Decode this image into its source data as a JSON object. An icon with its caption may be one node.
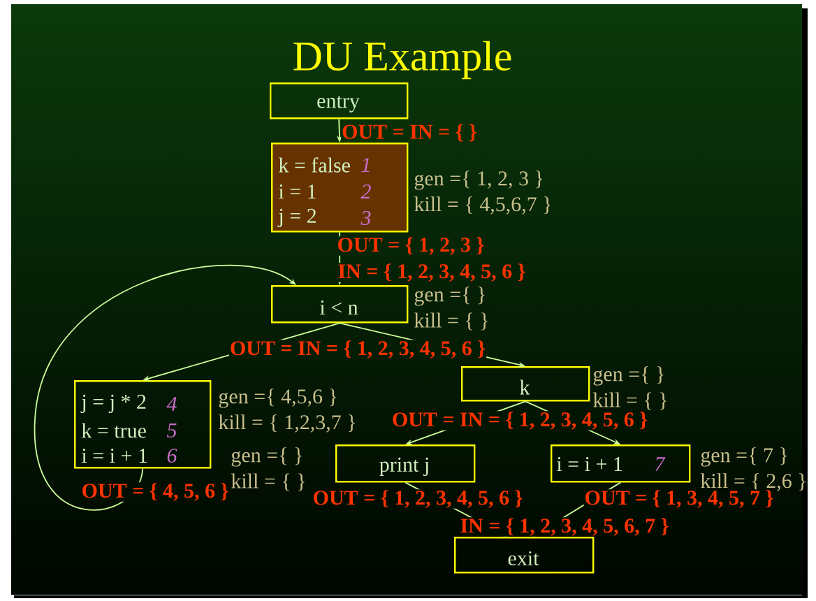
{
  "diagram": {
    "title": "DU Example",
    "nodes": [
      {
        "text": [
          "entry"
        ]
      },
      {
        "text": [
          "k = false",
          "1",
          "i = 1",
          "2",
          "j = 2",
          "3"
        ],
        "beside": [
          "gen ={ 1, 2, 3 }",
          "kill = { 4,5,6,7 }"
        ]
      },
      {
        "text": [
          "i < n"
        ],
        "beside": [
          "gen ={    }",
          "kill = {    }"
        ]
      },
      {
        "text": [
          "j = j * 2",
          "4",
          "k = true",
          "5",
          "i = i + 1",
          "6"
        ],
        "beside": [
          "gen ={ 4,5,6 }",
          "kill = { 1,2,3,7 }"
        ]
      },
      {
        "text": [
          "k"
        ],
        "beside": [
          "gen ={    }",
          "kill = {    }"
        ]
      },
      {
        "text": [
          "print j"
        ],
        "beside": [
          "gen ={    }",
          "kill = {    }"
        ]
      },
      {
        "text": [
          "i = i + 1",
          "7"
        ],
        "beside": [
          "gen ={ 7 }",
          "kill = { 2,6 }"
        ]
      },
      {
        "text": [
          "exit"
        ]
      }
    ],
    "edges": [
      {
        "from": 0,
        "to": 1,
        "arrow": "to",
        "label": "OUT = IN = {   }"
      },
      {
        "from": 1,
        "to": 2,
        "arrow": "to",
        "label": "OUT = { 1, 2, 3 }"
      },
      {
        "from": 3,
        "to": 2,
        "arrow": "to",
        "label": "OUT = { 4, 5, 6 }"
      },
      {
        "from": 2,
        "to": 3,
        "arrow": "to",
        "label": "OUT = IN = { 1, 2, 3, 4, 5, 6 }"
      },
      {
        "from": 2,
        "to": 4,
        "arrow": "to"
      },
      {
        "from": 4,
        "to": 5,
        "arrow": "to",
        "label": "OUT = IN = { 1, 2, 3, 4, 5, 6 }"
      },
      {
        "from": 4,
        "to": 6,
        "arrow": "to"
      },
      {
        "from": 5,
        "to": 7,
        "arrow": "to",
        "label": "OUT = { 1, 2, 3, 4, 5, 6 }"
      },
      {
        "from": 6,
        "to": 7,
        "arrow": "to",
        "label": "OUT = { 1, 3, 4, 5, 7 }"
      }
    ],
    "labels": [
      "IN = { 1, 2, 3, 4, 5, 6 }",
      "IN = { 1, 2, 3, 4, 5, 6, 7 }"
    ]
  }
}
